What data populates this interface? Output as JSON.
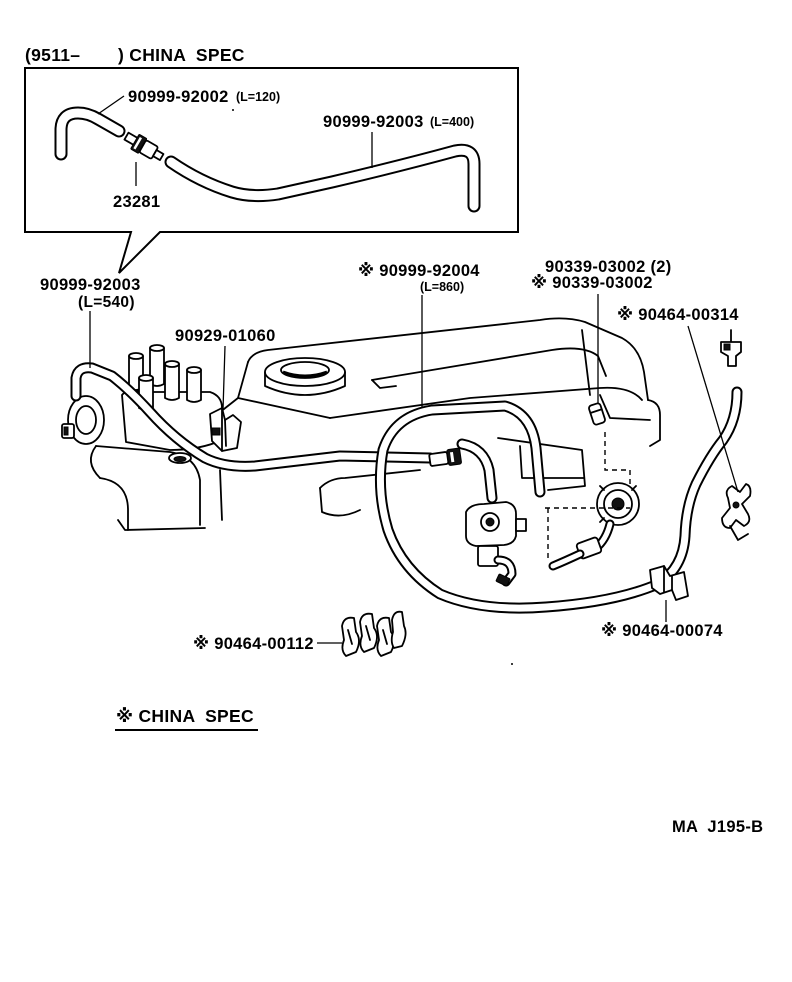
{
  "inset": {
    "title_open": "(9511–",
    "title_close": ") CHINA  SPEC",
    "hose_short": {
      "part_no": "90999-92002",
      "length": "(L=120)"
    },
    "hose_long": {
      "part_no": "90999-92003",
      "length": "(L=400)"
    },
    "valve": {
      "part_no": "23281"
    }
  },
  "callouts": {
    "hose_540": {
      "part_no": "90999-92003",
      "length": "(L=540)"
    },
    "clamp": {
      "part_no": "90929-01060"
    },
    "hose_860": {
      "part_no": "※ 90999-92004",
      "length": "(L=860)"
    },
    "plug": {
      "part_no": "90339-03002 (2)"
    },
    "plug_china": {
      "part_no": "※ 90339-03002"
    },
    "clip_314": {
      "part_no": "※ 90464-00314"
    },
    "clip_112": {
      "part_no": "※ 90464-00112"
    },
    "clip_074": {
      "part_no": "※ 90464-00074"
    }
  },
  "legend": {
    "text": "※ CHINA  SPEC"
  },
  "figure_ref": "MA  J195-B"
}
